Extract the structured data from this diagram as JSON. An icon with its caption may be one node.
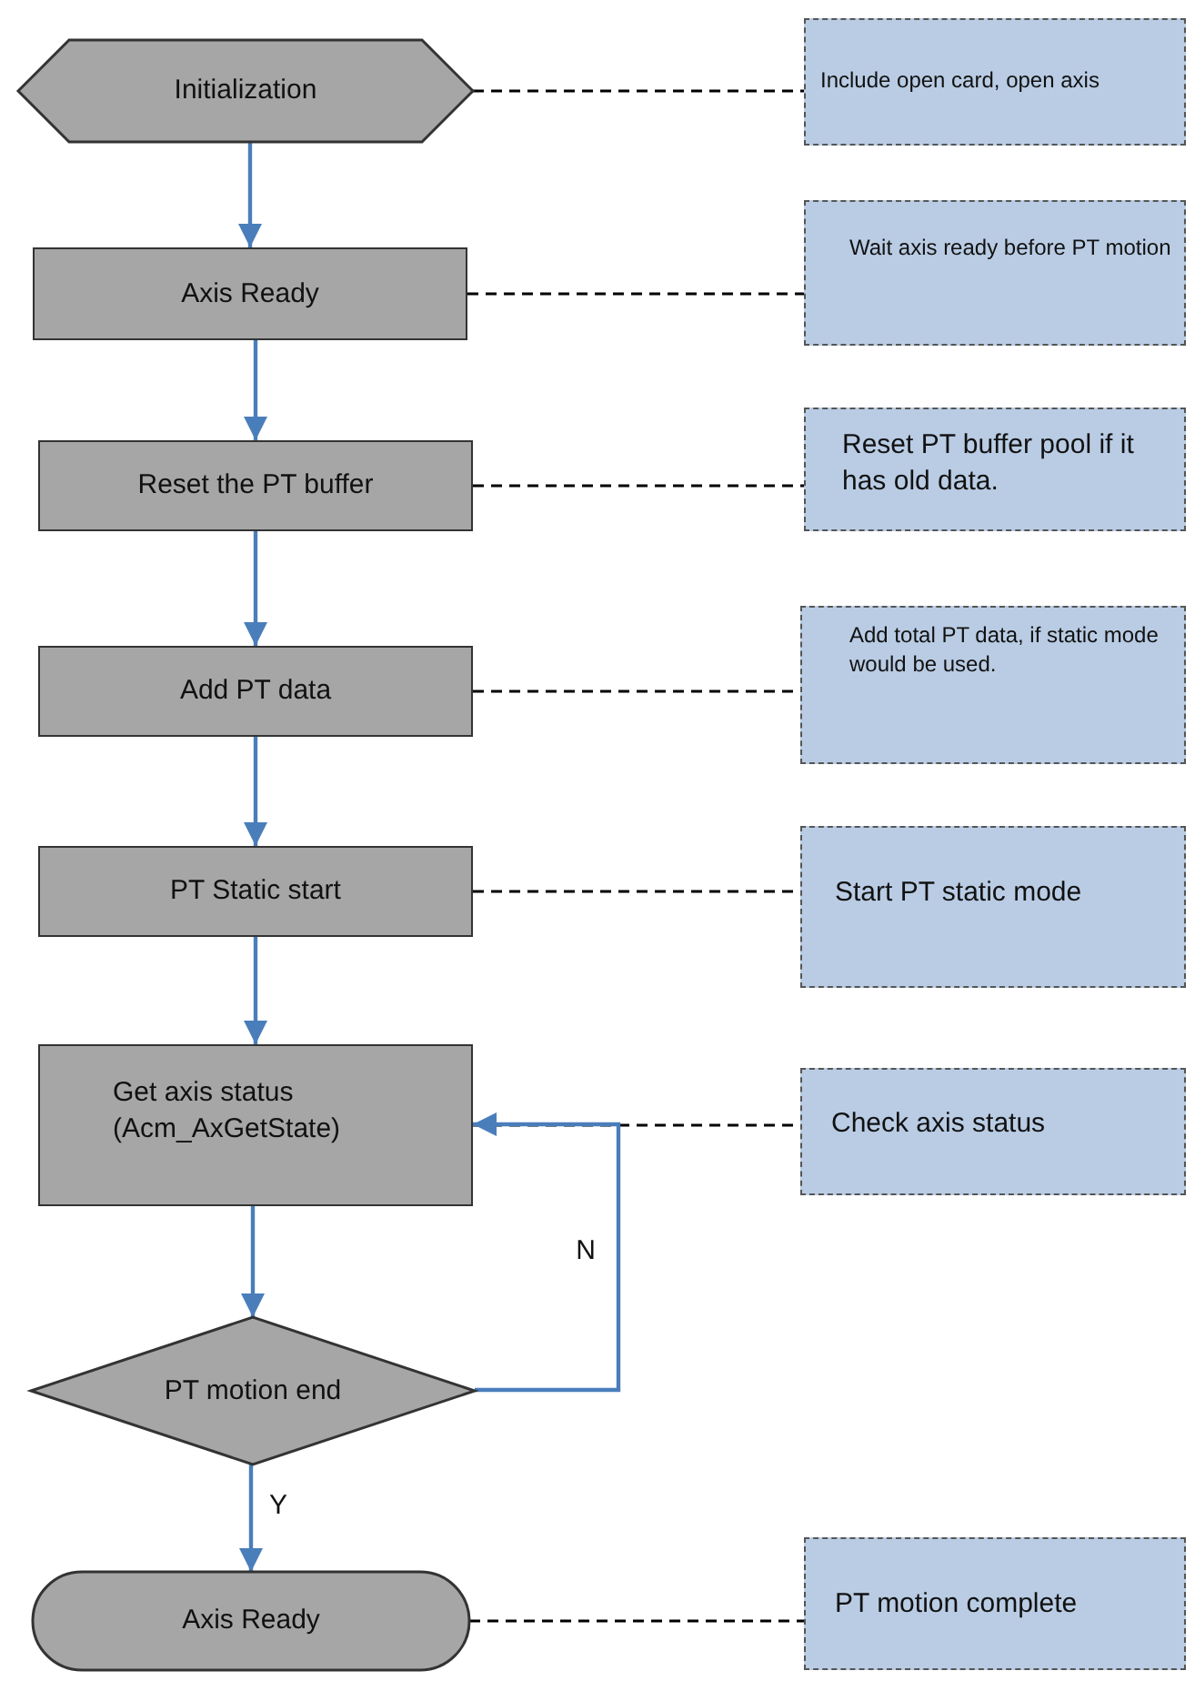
{
  "diagram": {
    "nodes": [
      {
        "text": [
          "Initialization"
        ]
      },
      {
        "text": [
          "Include open card, open axis"
        ]
      },
      {
        "text": [
          "Axis Ready"
        ]
      },
      {
        "text": [
          "Wait axis ready before PT motion"
        ]
      },
      {
        "text": [
          "Reset the PT buffer"
        ]
      },
      {
        "text": [
          "Reset PT buffer pool if it has old data."
        ]
      },
      {
        "text": [
          "Add PT data"
        ]
      },
      {
        "text": [
          "Add total PT data, if static mode would be used."
        ]
      },
      {
        "text": [
          "PT Static start"
        ]
      },
      {
        "text": [
          "Start PT static mode"
        ]
      },
      {
        "text": [
          "Get axis status (Acm_AxGetState)"
        ]
      },
      {
        "text": [
          "Check axis status"
        ]
      },
      {
        "text": [
          "PT motion end"
        ]
      },
      {
        "text": [
          "Axis Ready"
        ]
      },
      {
        "text": [
          "PT motion complete"
        ]
      }
    ],
    "edges": [
      {
        "from": 0,
        "to": 1,
        "arrow": "none",
        "style": "dashed",
        "color": "#000000"
      },
      {
        "from": 0,
        "to": 2,
        "arrow": "to"
      },
      {
        "from": 2,
        "to": 3,
        "arrow": "none",
        "style": "dashed",
        "color": "#000000"
      },
      {
        "from": 2,
        "to": 4,
        "arrow": "to"
      },
      {
        "from": 4,
        "to": 5,
        "arrow": "none",
        "style": "dashed",
        "color": "#000000"
      },
      {
        "from": 4,
        "to": 6,
        "arrow": "to"
      },
      {
        "from": 6,
        "to": 7,
        "arrow": "none",
        "style": "dashed",
        "color": "#000000"
      },
      {
        "from": 6,
        "to": 8,
        "arrow": "to"
      },
      {
        "from": 8,
        "to": 9,
        "arrow": "none",
        "style": "dashed",
        "color": "#000000"
      },
      {
        "from": 8,
        "to": 10,
        "arrow": "to"
      },
      {
        "from": 10,
        "to": 11,
        "arrow": "none",
        "style": "dashed",
        "color": "#000000"
      },
      {
        "from": 10,
        "to": 12,
        "arrow": "to"
      },
      {
        "from": 12,
        "to": 10,
        "arrow": "to",
        "label": "N"
      },
      {
        "from": 12,
        "to": 13,
        "arrow": "to",
        "label": "Y"
      },
      {
        "from": 13,
        "to": 14,
        "arrow": "none",
        "style": "dashed",
        "color": "#000000"
      }
    ]
  }
}
